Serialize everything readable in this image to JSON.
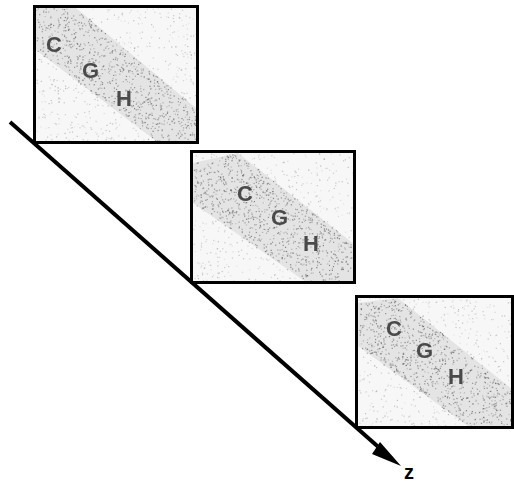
{
  "diagram": {
    "nodes": [
      {
        "text": [
          "C",
          "G",
          "H"
        ]
      },
      {
        "text": [
          "C",
          "G",
          "H"
        ]
      },
      {
        "text": [
          "C",
          "G",
          "H"
        ]
      }
    ],
    "labels": [
      "z"
    ]
  }
}
